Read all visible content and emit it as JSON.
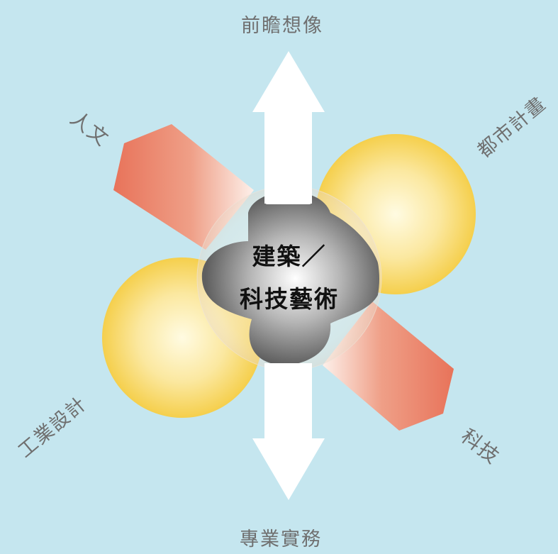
{
  "labels": {
    "top": "前瞻想像",
    "bottom": "專業實務",
    "upper_left": "人文",
    "upper_right": "都市計畫",
    "lower_left": "工業設計",
    "lower_right": "科技"
  },
  "center": {
    "line1": "建築／",
    "line2": "科技藝術"
  },
  "colors": {
    "background": "#c5e6ef",
    "arrow": "#ffffff",
    "band": "#e8735a",
    "sphere_yellow": "#f5cf4c",
    "core": "#6d6d6d",
    "label_text": "#6f6f6f"
  }
}
